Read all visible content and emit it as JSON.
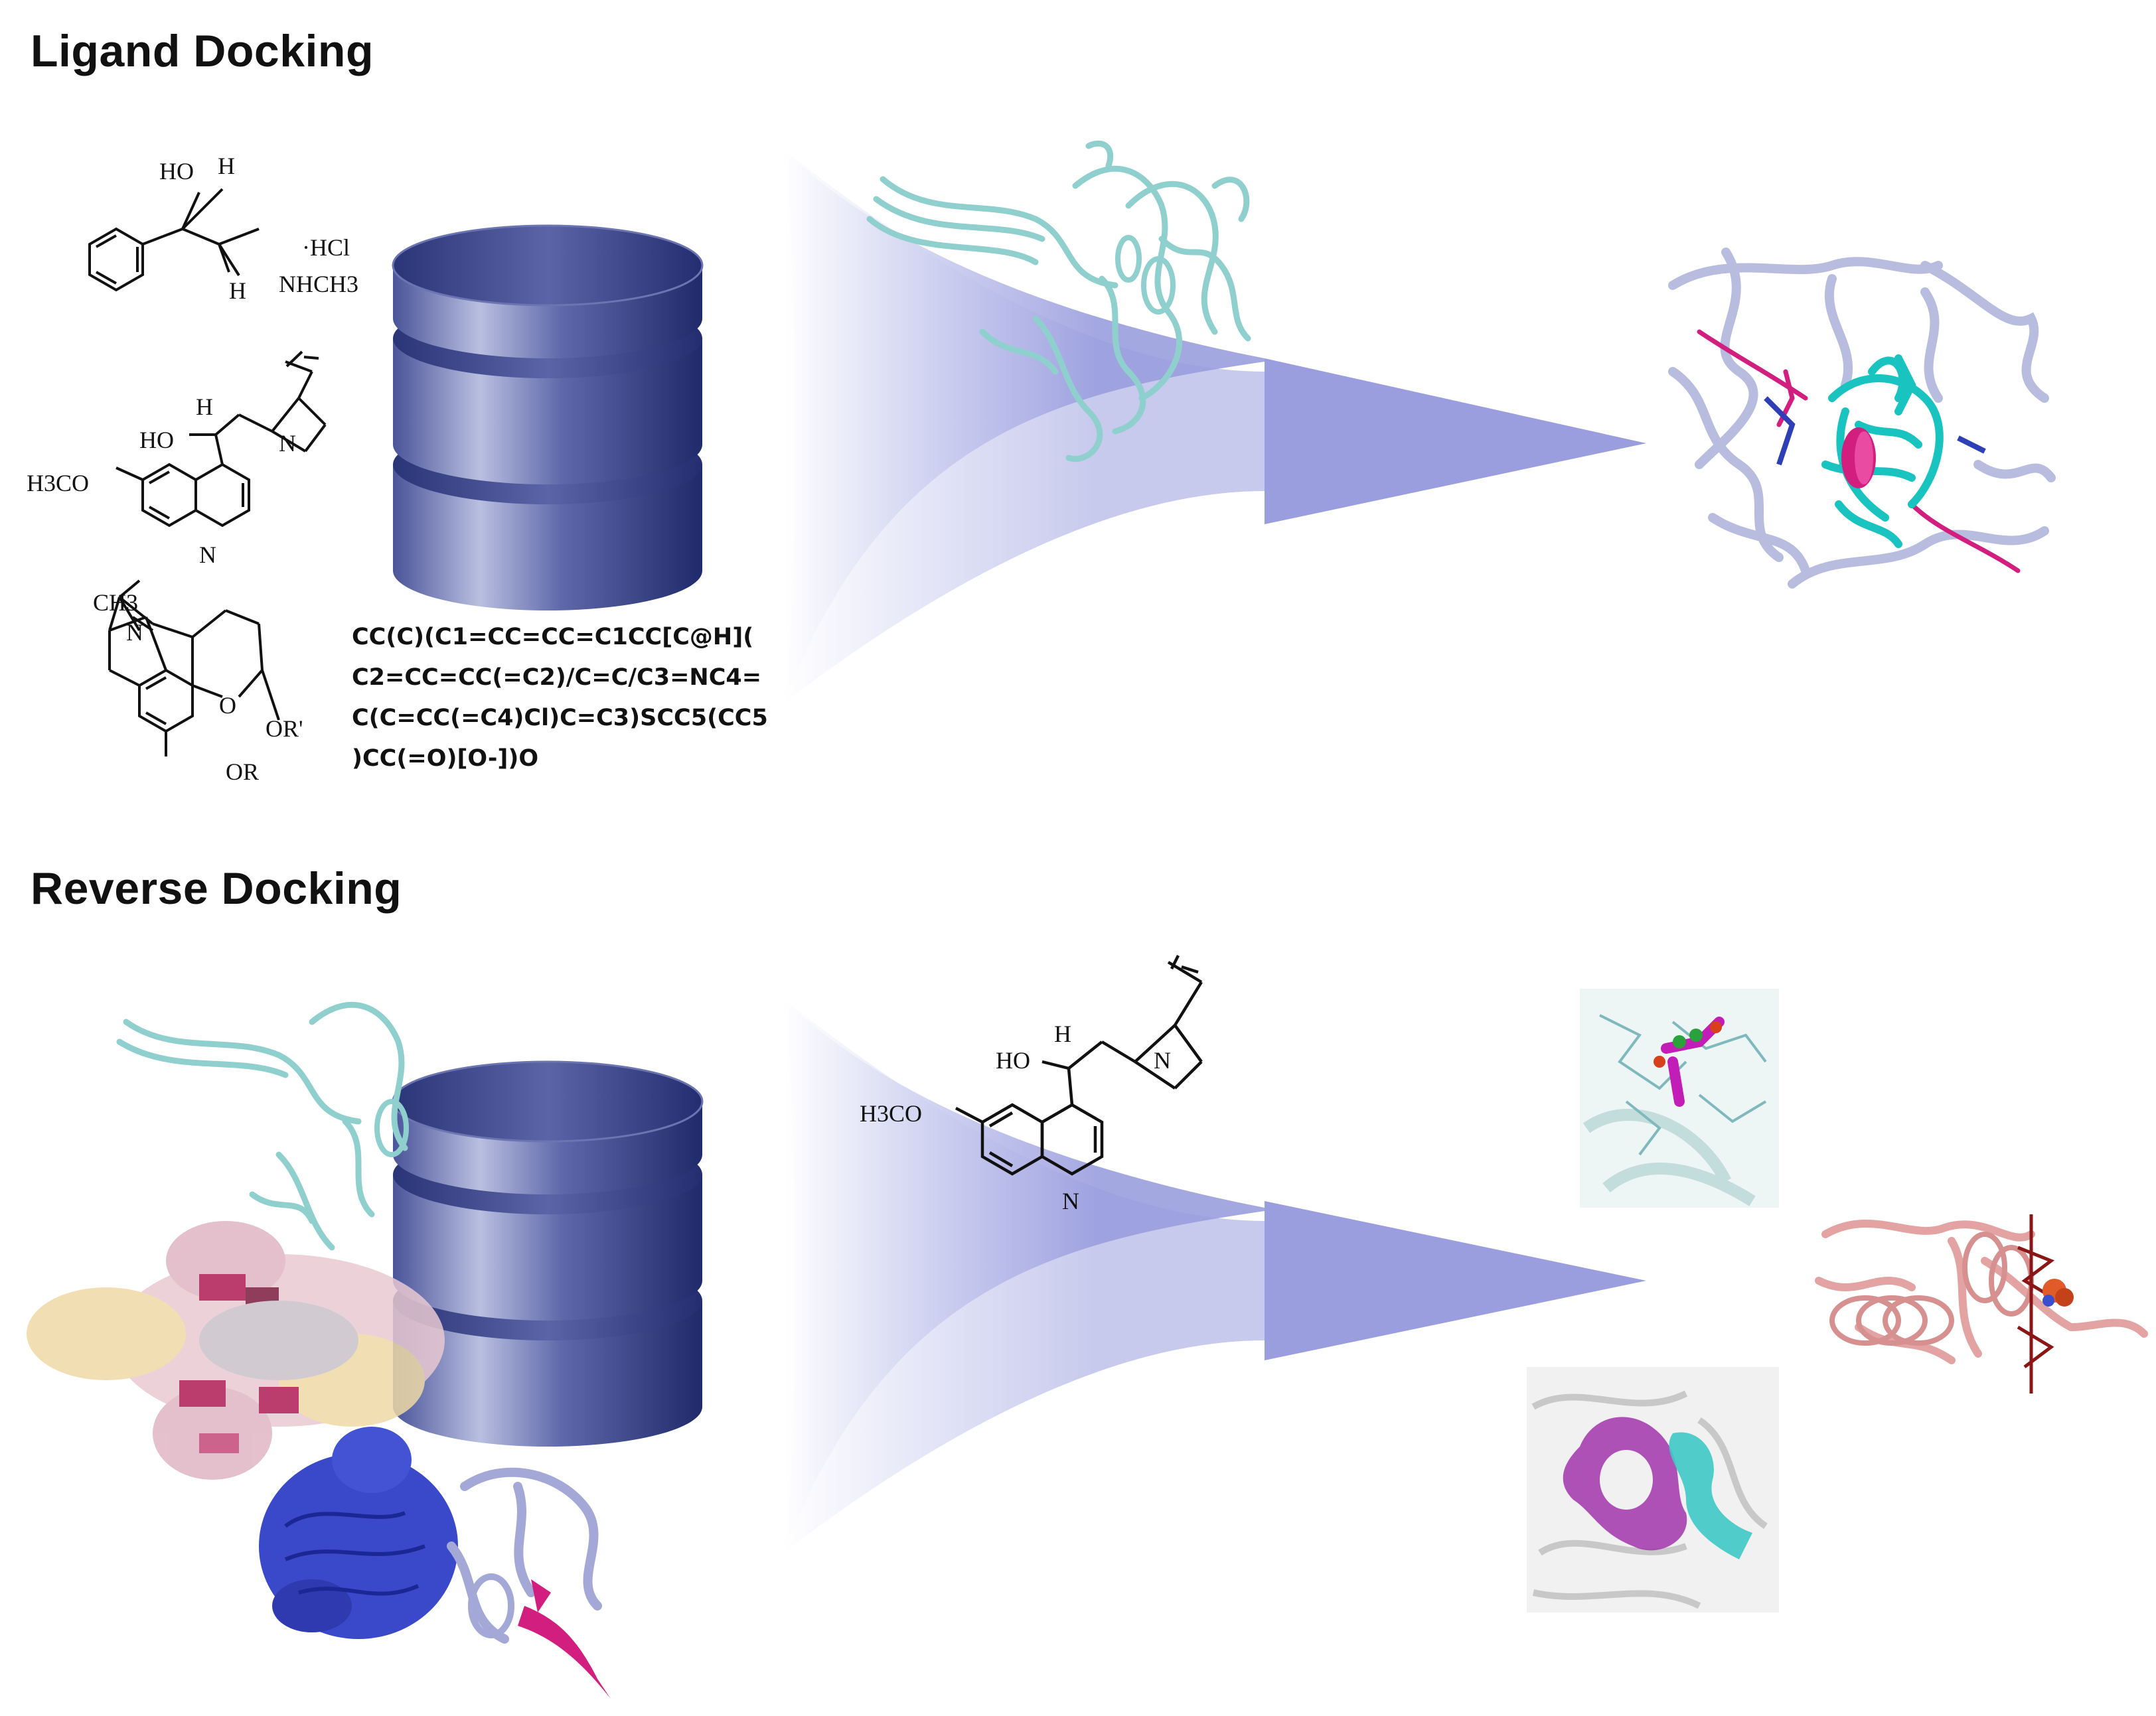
{
  "sections": [
    {
      "title": "Ligand Docking"
    },
    {
      "title": "Reverse Docking"
    }
  ],
  "smiles_lines": [
    "CC(C)(C1=CC=CC=C1CC[C@H](",
    "C2=CC=CC(=C2)/C=C/C3=NC4=",
    "C(C=CC(=C4)Cl)C=C3)SCC5(CC5",
    ")CC(=O)[O-])O"
  ],
  "chem_labels": {
    "ho": "HO",
    "h": "H",
    "hcl": "·HCl",
    "nhch3": "NHCH3",
    "n": "N",
    "h3co": "H3CO",
    "ch3": "CH3",
    "or_prime": "OR'",
    "or": "OR",
    "o": "O"
  },
  "colors": {
    "database_dark": "#1f2a6b",
    "database_light": "#b9bfe0",
    "arrow": "#9a9ede",
    "protein_cyan": "#9fd9d8",
    "protein_lavender": "#b8bde0",
    "ligand_magenta": "#c2187a",
    "ligand_teal": "#19c4c0",
    "protein_pink": "#e5a9a9",
    "protein_blue": "#3a49c9"
  }
}
